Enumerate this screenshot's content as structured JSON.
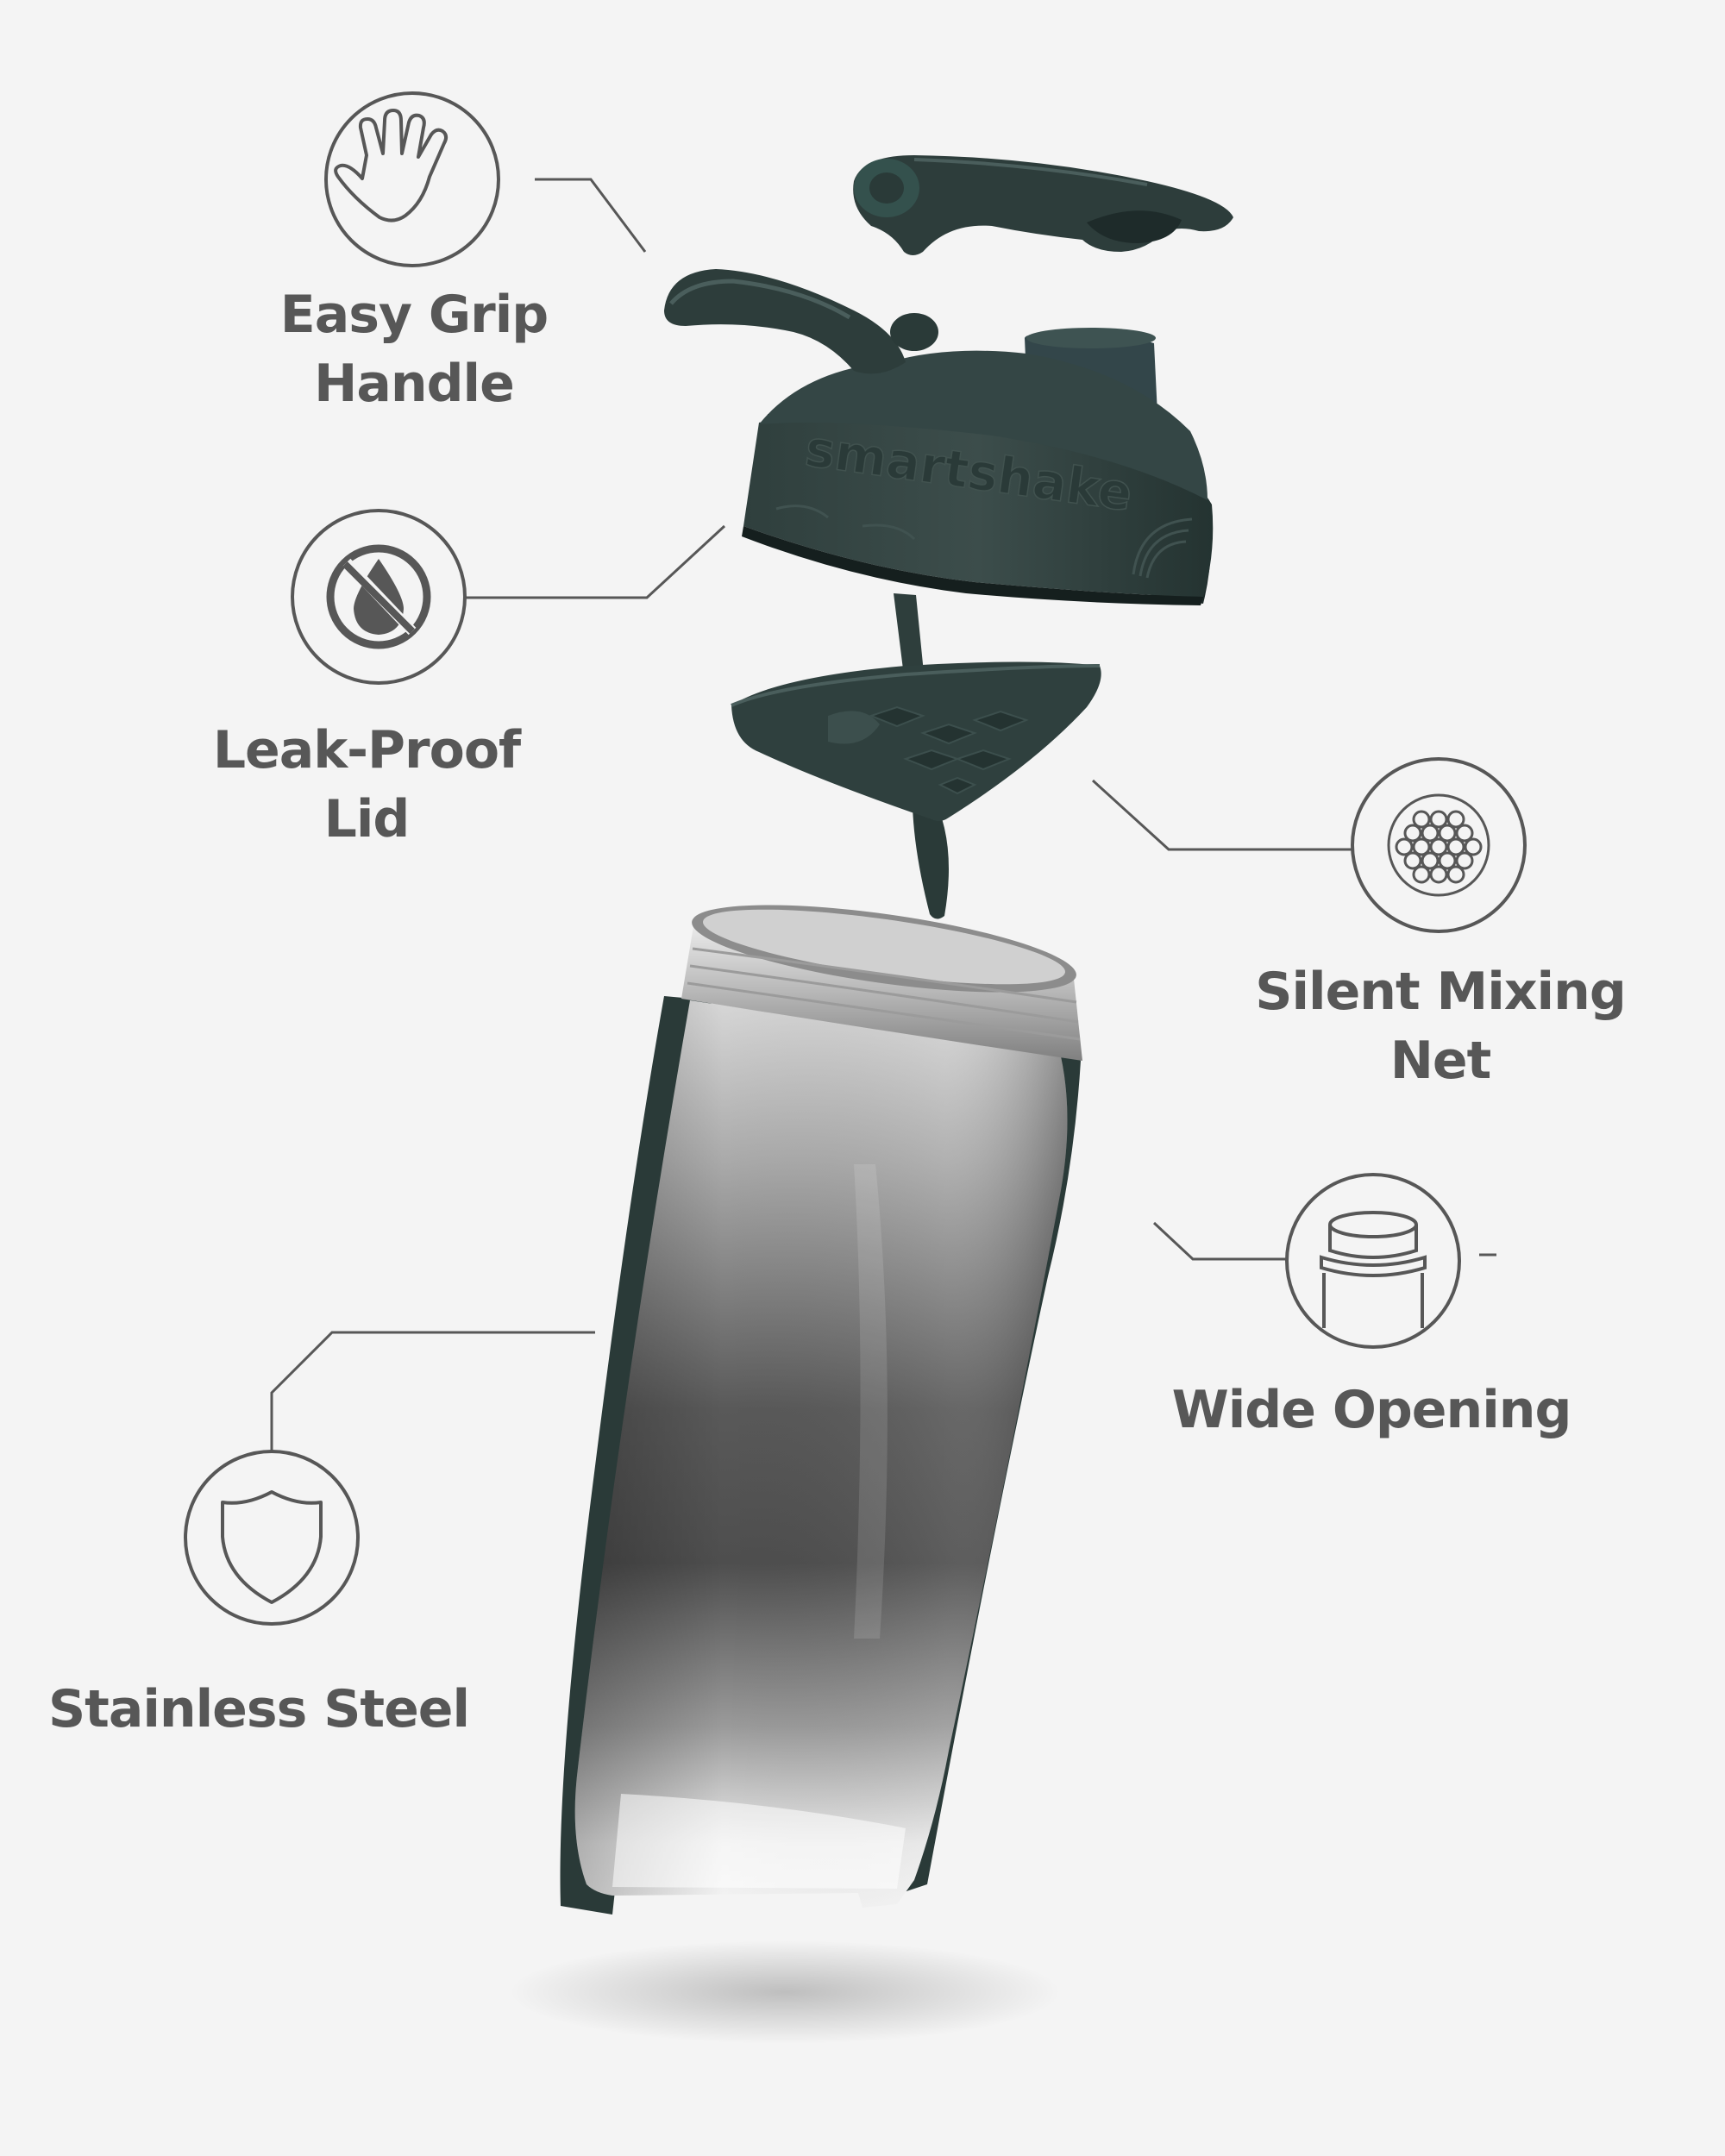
{
  "colors": {
    "background": "#f4f4f4",
    "icon_stroke": "#575757",
    "label_text": "#575757",
    "plastic": "#2a3a38",
    "steel_light": "#e6e6e6",
    "steel_dark": "#4a4a4a"
  },
  "product": {
    "brand_text": "smartshake"
  },
  "features": [
    {
      "id": "easy-grip-handle",
      "icon": "hand-icon",
      "lines": [
        "Easy Grip",
        "Handle"
      ]
    },
    {
      "id": "leak-proof-lid",
      "icon": "no-drop-icon",
      "lines": [
        "Leak-Proof",
        "Lid"
      ]
    },
    {
      "id": "silent-mixing-net",
      "icon": "mesh-icon",
      "lines": [
        "Silent Mixing",
        "Net"
      ]
    },
    {
      "id": "wide-opening",
      "icon": "jar-opening-icon",
      "lines": [
        "Wide Opening"
      ]
    },
    {
      "id": "stainless-steel",
      "icon": "shield-icon",
      "lines": [
        "Stainless Steel"
      ]
    }
  ]
}
